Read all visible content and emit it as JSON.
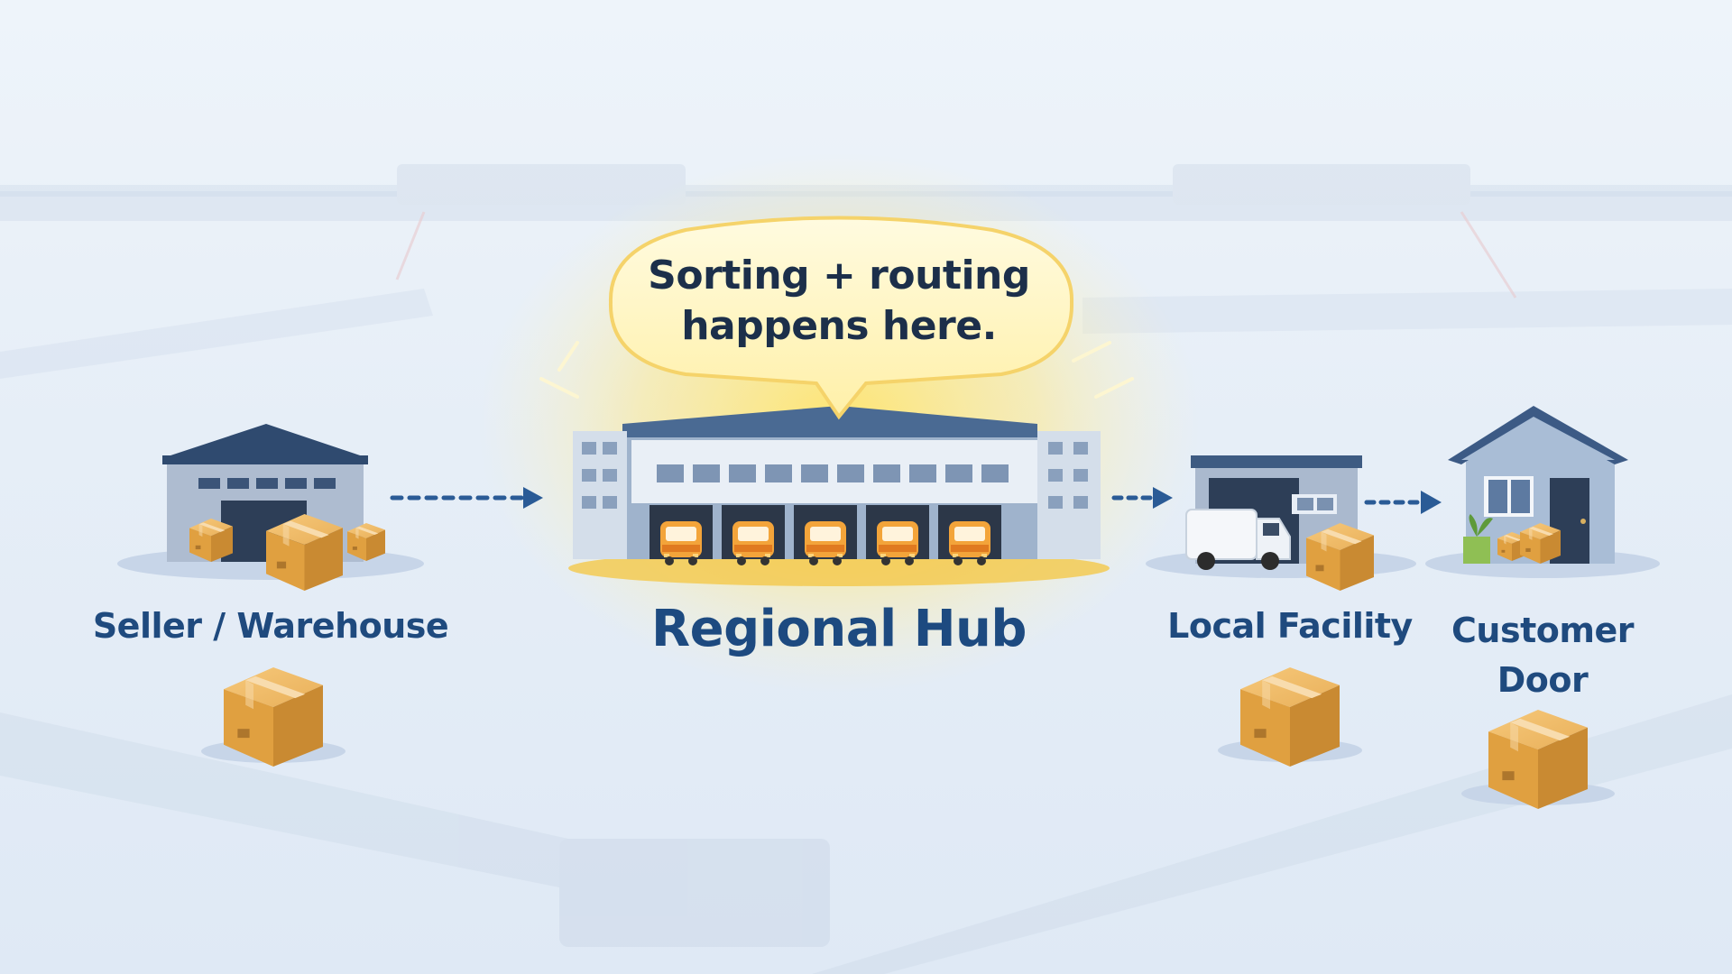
{
  "callout": {
    "line1": "Sorting + routing",
    "line2": "happens here."
  },
  "stages": [
    {
      "name": "seller-warehouse",
      "label": "Seller / Warehouse",
      "icon": "warehouse-icon"
    },
    {
      "name": "regional-hub",
      "label": "Regional Hub",
      "icon": "distribution-center-icon",
      "highlighted": true
    },
    {
      "name": "local-facility",
      "label": "Local Facility",
      "icon": "delivery-station-icon"
    },
    {
      "name": "customer-door",
      "label": "Customer\nDoor",
      "icon": "house-icon"
    }
  ],
  "flow": {
    "connector": "dotted-dashed-arrow"
  },
  "colors": {
    "label_text": "#1f4a7e",
    "arrow": "#2a5b96",
    "highlight_glow": "#ffd84a",
    "bubble_fill": "#fff6bf",
    "box": "#e0a447",
    "truck": "#f0a030",
    "building": "#9fb3cc",
    "background": "#e6eef7"
  }
}
